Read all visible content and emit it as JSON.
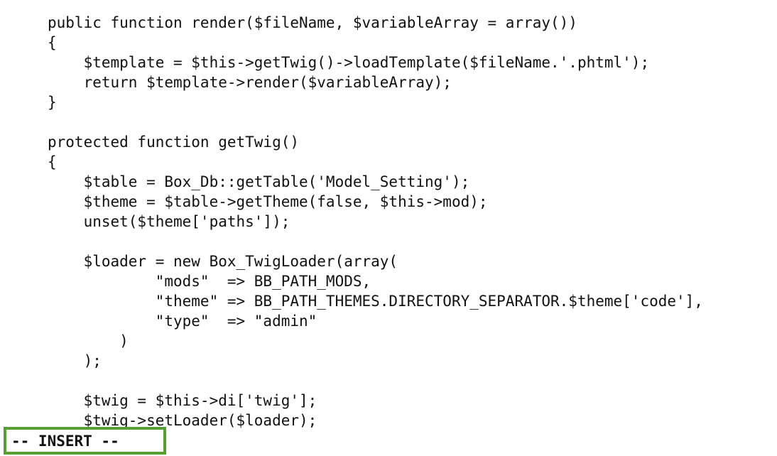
{
  "editor": {
    "lines": [
      "public function render($fileName, $variableArray = array())",
      "{",
      "    $template = $this->getTwig()->loadTemplate($fileName.'.phtml');",
      "    return $template->render($variableArray);",
      "}",
      "",
      "protected function getTwig()",
      "{",
      "    $table = Box_Db::getTable('Model_Setting');",
      "    $theme = $table->getTheme(false, $this->mod);",
      "    unset($theme['paths']);",
      "",
      "    $loader = new Box_TwigLoader(array(",
      "            \"mods\"  => BB_PATH_MODS,",
      "            \"theme\" => BB_PATH_THEMES.DIRECTORY_SEPARATOR.$theme['code'],",
      "            \"type\"  => \"admin\"",
      "        )",
      "    );",
      "",
      "    $twig = $this->di['twig'];",
      "    $twig->setLoader($loader);"
    ]
  },
  "status_bar": {
    "mode": "-- INSERT --",
    "highlight_color": "#56a031"
  }
}
